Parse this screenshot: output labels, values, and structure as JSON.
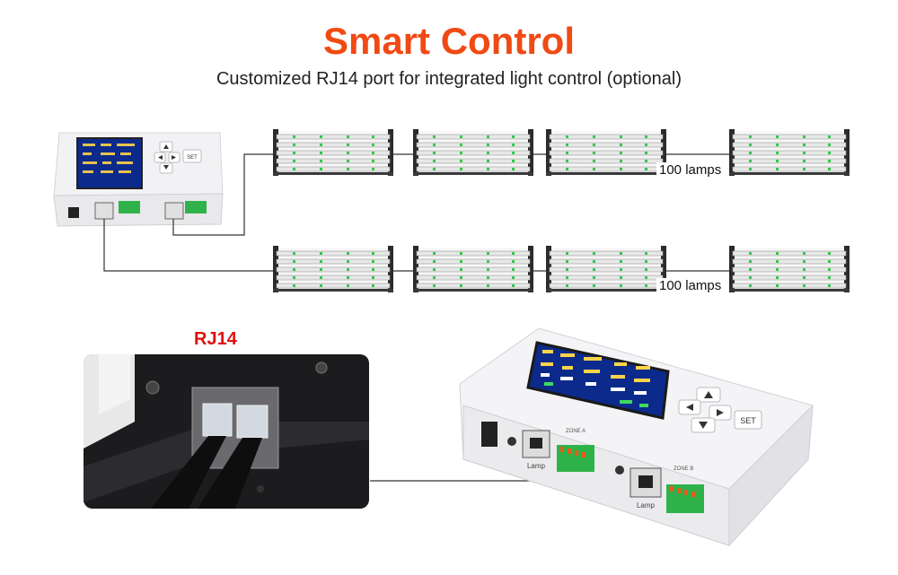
{
  "header": {
    "title": "Smart Control",
    "subtitle": "Customized RJ14 port for integrated light control (optional)"
  },
  "chains": [
    {
      "count_label": "100 lamps"
    },
    {
      "count_label": "100 lamps"
    }
  ],
  "connector_label": "RJ14",
  "controller": {
    "buttons": {
      "set": "SET"
    },
    "ports": {
      "zone_a": "ZONE A",
      "zone_b": "ZONE B",
      "lamp": "Lamp"
    }
  },
  "colors": {
    "title": "#f04a14",
    "rj_label": "#e01010",
    "wire": "#333333",
    "lamp_frame": "#2b2b2b",
    "lamp_bar": "#e6e8e6",
    "lamp_led": "#31c84a",
    "screen": "#0b2a8c",
    "terminal": "#2fb24a"
  }
}
